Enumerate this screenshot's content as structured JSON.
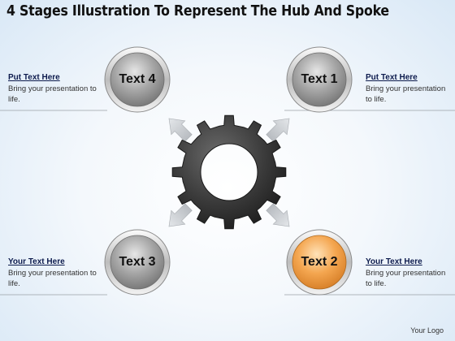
{
  "title": "4 Stages Illustration To Represent The Hub And Spoke",
  "colors": {
    "node_gray": "#9a9a9a",
    "node_highlight": "#f0a347",
    "arrow": "#c8ccd0",
    "gear": "#3a3a3a",
    "divider": "#9aa0a6",
    "heading_text": "#0d1b4d"
  },
  "nodes": [
    {
      "label": "Text 1",
      "callout_heading": "Put Text Here",
      "callout_body": "Bring your presentation to life."
    },
    {
      "label": "Text 2",
      "callout_heading": "Your Text Here",
      "callout_body": "Bring your presentation to life."
    },
    {
      "label": "Text 3",
      "callout_heading": "Your Text Here",
      "callout_body": "Bring your presentation to life."
    },
    {
      "label": "Text 4",
      "callout_heading": "Put Text Here",
      "callout_body": "Bring your presentation to life."
    }
  ],
  "hub_icon": "gear-icon",
  "footer": "Your Logo"
}
